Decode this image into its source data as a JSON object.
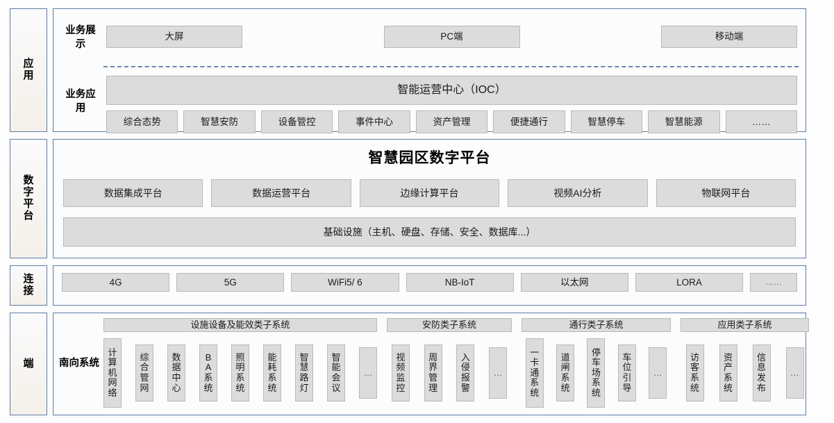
{
  "layers": [
    {
      "tag": "应用",
      "sub_labels": {
        "display": "业务展示",
        "apps": "业务应用"
      },
      "display_items": [
        "大屏",
        "PC端",
        "移动端"
      ],
      "ioc": "智能运营中心（IOC）",
      "app_items": [
        "综合态势",
        "智慧安防",
        "设备管控",
        "事件中心",
        "资产管理",
        "便捷通行",
        "智慧停车",
        "智慧能源",
        "……"
      ]
    },
    {
      "tag": "数字平台",
      "title": "智慧园区数字平台",
      "platforms": [
        "数据集成平台",
        "数据运营平台",
        "边缘计算平台",
        "视频AI分析",
        "物联网平台"
      ],
      "infrastructure": "基础设施（主机、硬盘、存储、安全、数据库...）"
    },
    {
      "tag": "连接",
      "networks": [
        "4G",
        "5G",
        "WiFi5/ 6",
        "NB-IoT",
        "以太网",
        "LORA"
      ],
      "networks_more": "……"
    },
    {
      "tag": "端",
      "south_label": "南向系统",
      "groups": [
        {
          "title": "设施设备及能效类子系统",
          "items": [
            "计算机网络",
            "综合管网",
            "数据中心",
            "BA系统",
            "照明系统",
            "能耗系统",
            "智慧路灯",
            "智能会议",
            "…"
          ]
        },
        {
          "title": "安防类子系统",
          "items": [
            "视频监控",
            "周界管理",
            "入侵报警",
            "…"
          ]
        },
        {
          "title": "通行类子系统",
          "items": [
            "一卡通系统",
            "道闸系统",
            "停车场系统",
            "车位引导",
            "…"
          ]
        },
        {
          "title": "应用类子系统",
          "items": [
            "访客系统",
            "资产系统",
            "信息发布",
            "…"
          ]
        }
      ]
    }
  ],
  "colors": {
    "border_blue": "#5b7ca6",
    "chip_fill": "#dcdcdc",
    "chip_border": "#b9b9b9",
    "dash_line": "#6b86a8",
    "canvas": "#fdfdfd"
  }
}
